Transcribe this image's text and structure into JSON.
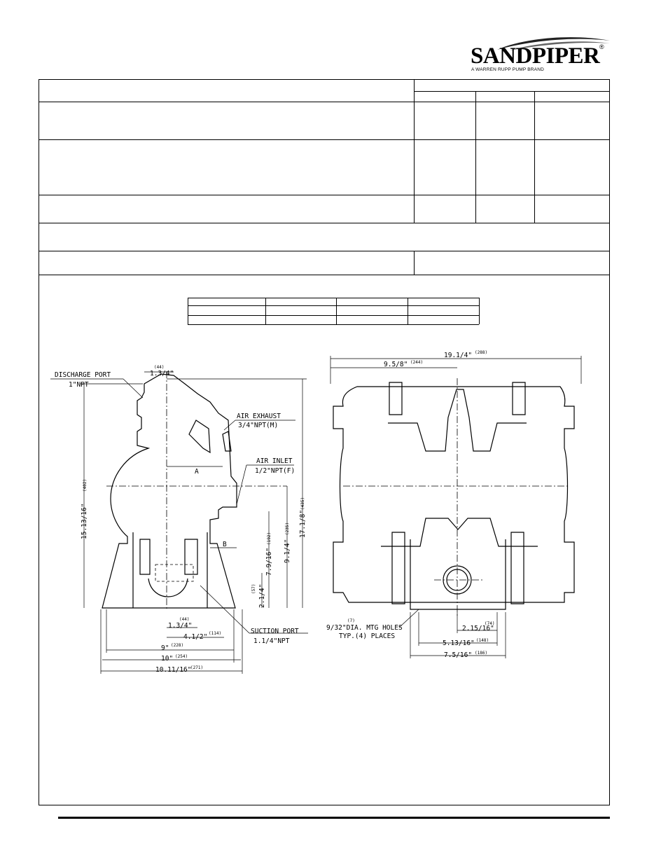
{
  "brand": {
    "name": "SANDPIPER",
    "registered_mark": "®",
    "tagline": "A WARREN RUPP PUMP BRAND"
  },
  "drawing": {
    "left_view": {
      "discharge_port": "DISCHARGE PORT",
      "discharge_port_size": "1\"NPT",
      "air_exhaust": "AIR EXHAUST",
      "air_exhaust_size": "3/4\"NPT(M)",
      "air_inlet": "AIR INLET",
      "air_inlet_size": "1/2\"NPT(F)",
      "suction_port": "SUCTION PORT",
      "suction_port_size": "1.1/4\"NPT",
      "label_a": "A",
      "label_b": "B",
      "dim_top_in": "1.3/4\"",
      "dim_top_mm": "(44)",
      "dim_height_in": "15.13/16\"",
      "dim_height_mm": "(402)",
      "dim_total_in": "17.1/8\"",
      "dim_total_mm": "(435)",
      "dim_mid1_in": "9.1/4\"",
      "dim_mid1_mm": "(235)",
      "dim_mid2_in": "7.9/16\"",
      "dim_mid2_mm": "(192)",
      "dim_low_in": "2.1/4\"",
      "dim_low_mm": "(57)",
      "dim_b1_in": "1.3/4\"",
      "dim_b1_mm": "(44)",
      "dim_b2_in": "4.1/2\"",
      "dim_b2_mm": "(114)",
      "dim_b3_in": "9\"",
      "dim_b3_mm": "(228)",
      "dim_b4_in": "10\"",
      "dim_b4_mm": "(254)",
      "dim_b5_in": "10.11/16\"",
      "dim_b5_mm": "(271)"
    },
    "right_view": {
      "dim_width_in": "19.1/4\"",
      "dim_width_mm": "(288)",
      "dim_half_in": "9.5/8\"",
      "dim_half_mm": "(244)",
      "mtg_holes_mm": "(7)",
      "mtg_holes": "9/32\"DIA. MTG HOLES",
      "mtg_holes_note": "TYP.(4) PLACES",
      "dim_c1_in": "2.15/16\"",
      "dim_c1_mm": "(74)",
      "dim_c2_in": "5.13/16\"",
      "dim_c2_mm": "(148)",
      "dim_c3_in": "7.5/16\"",
      "dim_c3_mm": "(186)"
    }
  }
}
